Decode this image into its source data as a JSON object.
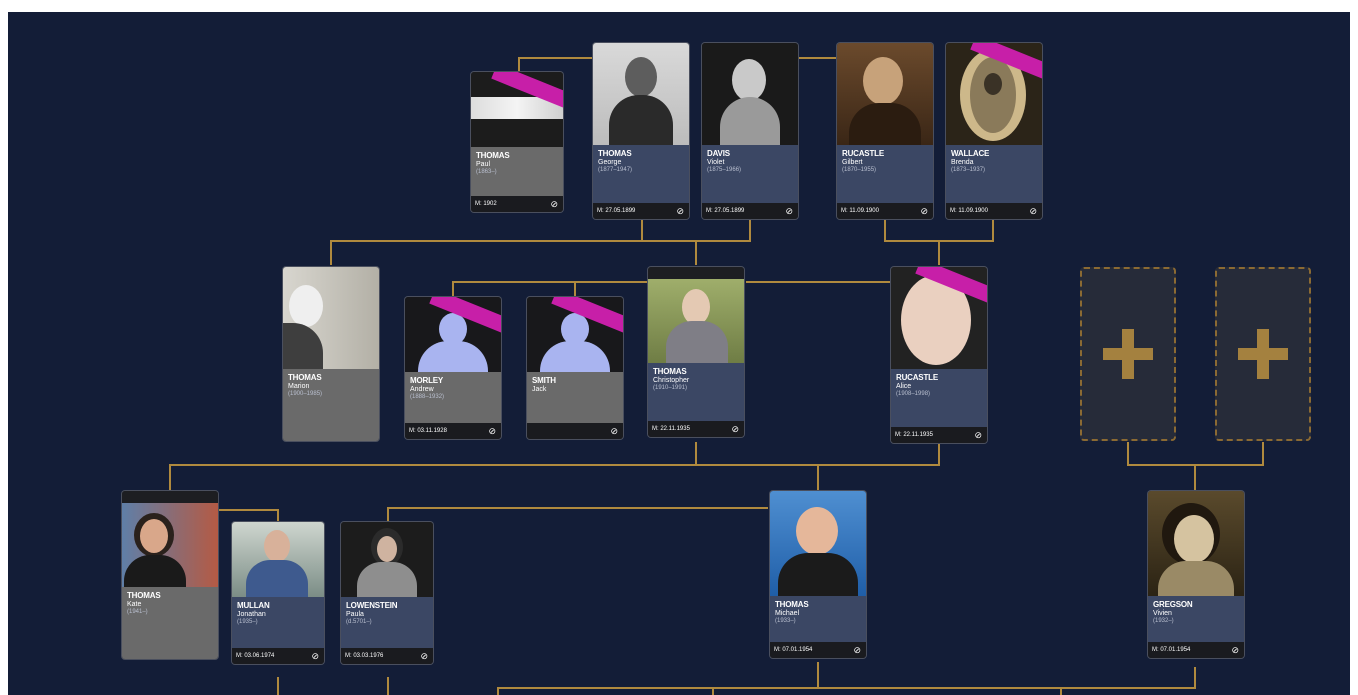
{
  "colors": {
    "background": "#131d37",
    "connector": "#b08a3e",
    "info_blue": "#3b4764",
    "info_grey": "#6a6a6a",
    "ribbon": "#c71fa8",
    "placeholder_plus": "#a4813f"
  },
  "generation1": {
    "paul": {
      "surname": "THOMAS",
      "given": "Paul",
      "dates": "(1863–)",
      "marriage": "M: 1902"
    },
    "george": {
      "surname": "THOMAS",
      "given": "George",
      "dates": "(1877–1947)",
      "marriage": "M: 27.05.1899"
    },
    "violet": {
      "surname": "DAVIS",
      "given": "Violet",
      "dates": "(1875–1966)",
      "marriage": "M: 27.05.1899"
    },
    "gilbert": {
      "surname": "RUCASTLE",
      "given": "Gilbert",
      "dates": "(1870–1955)",
      "marriage": "M: 11.09.1900"
    },
    "brenda": {
      "surname": "WALLACE",
      "given": "Brenda",
      "dates": "(1873–1937)",
      "marriage": "M: 11.09.1900"
    }
  },
  "generation2": {
    "marion": {
      "surname": "THOMAS",
      "given": "Marion",
      "dates": "(1900–1985)"
    },
    "andrew": {
      "surname": "MORLEY",
      "given": "Andrew",
      "dates": "(1888–1932)",
      "marriage": "M: 03.11.1928"
    },
    "jack": {
      "surname": "SMITH",
      "given": "Jack",
      "dates": "",
      "marriage": ""
    },
    "christopher": {
      "surname": "THOMAS",
      "given": "Christopher",
      "dates": "(1910–1991)",
      "marriage": "M: 22.11.1935"
    },
    "alice": {
      "surname": "RUCASTLE",
      "given": "Alice",
      "dates": "(1908–1998)",
      "marriage": "M: 22.11.1935"
    }
  },
  "generation3": {
    "kate": {
      "surname": "THOMAS",
      "given": "Kate",
      "dates": "(1941–)"
    },
    "jonathan": {
      "surname": "MULLAN",
      "given": "Jonathan",
      "dates": "(1935–)",
      "marriage": "M: 03.06.1974"
    },
    "paula": {
      "surname": "LOWENSTEIN",
      "given": "Paula",
      "dates": "(d.5701–)",
      "marriage": "M: 03.03.1976"
    },
    "michael": {
      "surname": "THOMAS",
      "given": "Michael",
      "dates": "(1933–)",
      "marriage": "M: 07.01.1954"
    },
    "vivien": {
      "surname": "GREGSON",
      "given": "Vivien",
      "dates": "(1932–)",
      "marriage": "M: 07.01.1954"
    }
  },
  "icons": {
    "link": "link-icon",
    "add": "plus-icon"
  }
}
